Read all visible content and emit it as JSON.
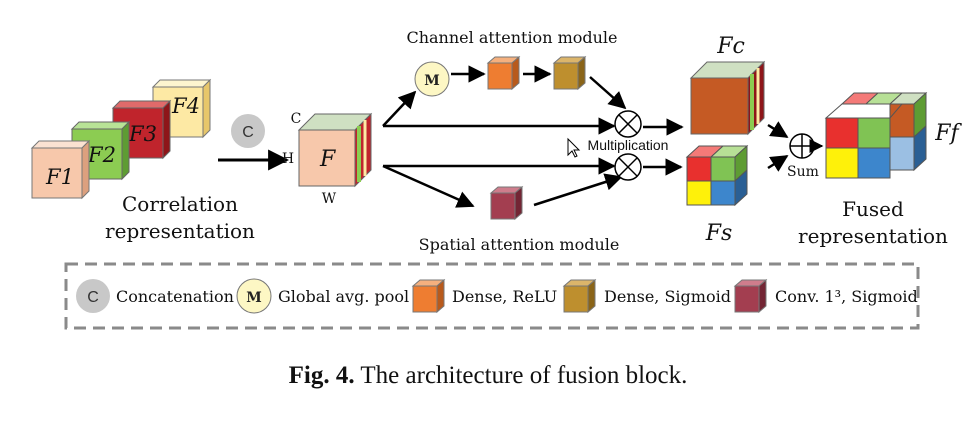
{
  "diagram": {
    "inputs": {
      "f1": "F1",
      "f2": "F2",
      "f3": "F3",
      "f4": "F4",
      "label_line1": "Correlation",
      "label_line2": "representation"
    },
    "concat_symbol": "C",
    "feature_map": {
      "name": "F",
      "dim_c": "C",
      "dim_h": "H",
      "dim_w": "W"
    },
    "channel_branch": {
      "title": "Channel attention module",
      "pool_symbol": "M"
    },
    "spatial_branch": {
      "title": "Spatial attention module"
    },
    "multiplication_label": "Multiplication",
    "outputs": {
      "fc": "Fc",
      "fs": "Fs",
      "ff": "Ff"
    },
    "sum_label": "Sum",
    "fused_label_line1": "Fused",
    "fused_label_line2": "representation"
  },
  "legend": {
    "items": [
      {
        "symbol": "C",
        "label": "Concatenation"
      },
      {
        "symbol": "M",
        "label": "Global avg. pool"
      },
      {
        "symbol": "",
        "label": "Dense, ReLU"
      },
      {
        "symbol": "",
        "label": "Dense, Sigmoid"
      },
      {
        "symbol": "",
        "label": "Conv. 1³, Sigmoid"
      }
    ]
  },
  "caption": {
    "prefix": "Fig. 4.",
    "text": "The architecture of fusion block."
  },
  "colors": {
    "f1": "#f7c8ab",
    "f2": "#8ccc52",
    "f3": "#c0242c",
    "f4": "#fde9a4",
    "feature": "#f7c8ab",
    "orange": "#ee7d31",
    "gold": "#be8f2e",
    "maroon": "#a33e50",
    "fc": "#c55a24",
    "red": "#e8302e",
    "green": "#80c354",
    "yellow": "#fef10a",
    "blue": "#3d86cc",
    "concat": "#c8c8c8",
    "pool": "#fdf7c4"
  }
}
